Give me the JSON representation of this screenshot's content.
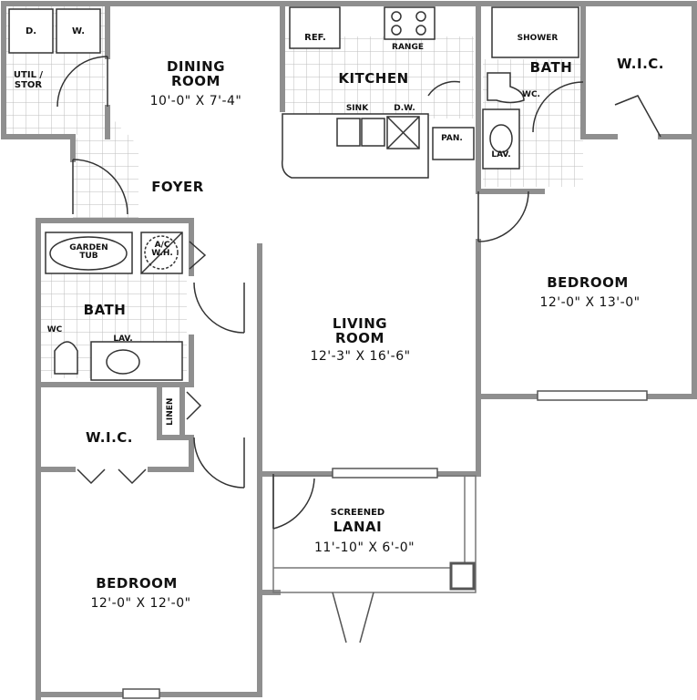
{
  "rooms": {
    "dining": {
      "name_line1": "DINING",
      "name_line2": "ROOM",
      "dims": "10'-0\" X 7'-4\""
    },
    "kitchen": {
      "name": "KITCHEN"
    },
    "foyer": {
      "name": "FOYER"
    },
    "bath_master": {
      "name": "BATH"
    },
    "wic_master": {
      "name": "W.I.C."
    },
    "bedroom_master": {
      "name": "BEDROOM",
      "dims": "12'-0\" X 13'-0\""
    },
    "living": {
      "name_line1": "LIVING",
      "name_line2": "ROOM",
      "dims": "12'-3\" X 16'-6\""
    },
    "bath_second": {
      "name": "BATH"
    },
    "wic_second": {
      "name": "W.I.C."
    },
    "bedroom_second": {
      "name": "BEDROOM",
      "dims": "12'-0\" X 12'-0\""
    },
    "lanai": {
      "name_line1": "SCREENED",
      "name_line2": "LANAI",
      "dims": "11'-10\" X 6'-0\""
    }
  },
  "fixtures": {
    "dryer": "D.",
    "washer": "W.",
    "util_line1": "UTIL /",
    "util_line2": "STOR",
    "refrigerator": "REF.",
    "range": "RANGE",
    "sink": "SINK",
    "dishwasher": "D.W.",
    "pantry": "PAN.",
    "shower": "SHOWER",
    "wc_master": "WC.",
    "lav_master": "LAV.",
    "tub_line1": "GARDEN",
    "tub_line2": "TUB",
    "ac_line1": "A/C",
    "ac_line2": "W.H.",
    "wc_second": "WC",
    "lav_second": "LAV.",
    "linen": "LINEN"
  }
}
